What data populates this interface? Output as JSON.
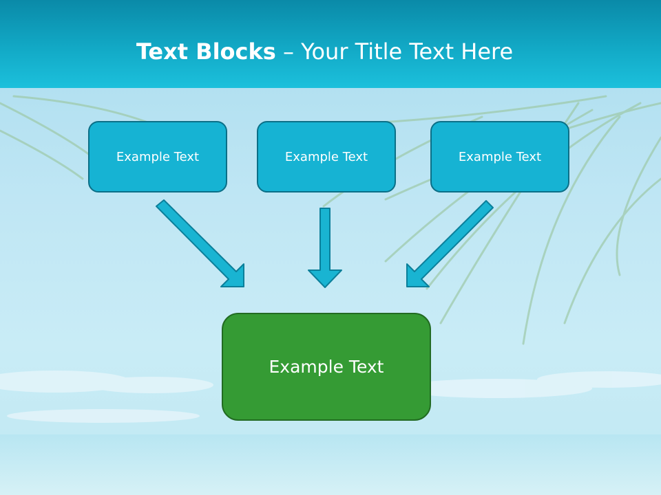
{
  "title": {
    "bold": "Text Blocks",
    "separator": "–",
    "rest": "Your Title Text Here"
  },
  "blocks": [
    {
      "label": "Example Text"
    },
    {
      "label": "Example Text"
    },
    {
      "label": "Example Text"
    }
  ],
  "result": {
    "label": "Example Text"
  },
  "colors": {
    "title_band": "#12a9c6",
    "block_fill": "#16b3d3",
    "block_border": "#0b6f87",
    "result_fill": "#359b34",
    "result_border": "#226b22",
    "arrow_fill": "#19b4d2"
  }
}
